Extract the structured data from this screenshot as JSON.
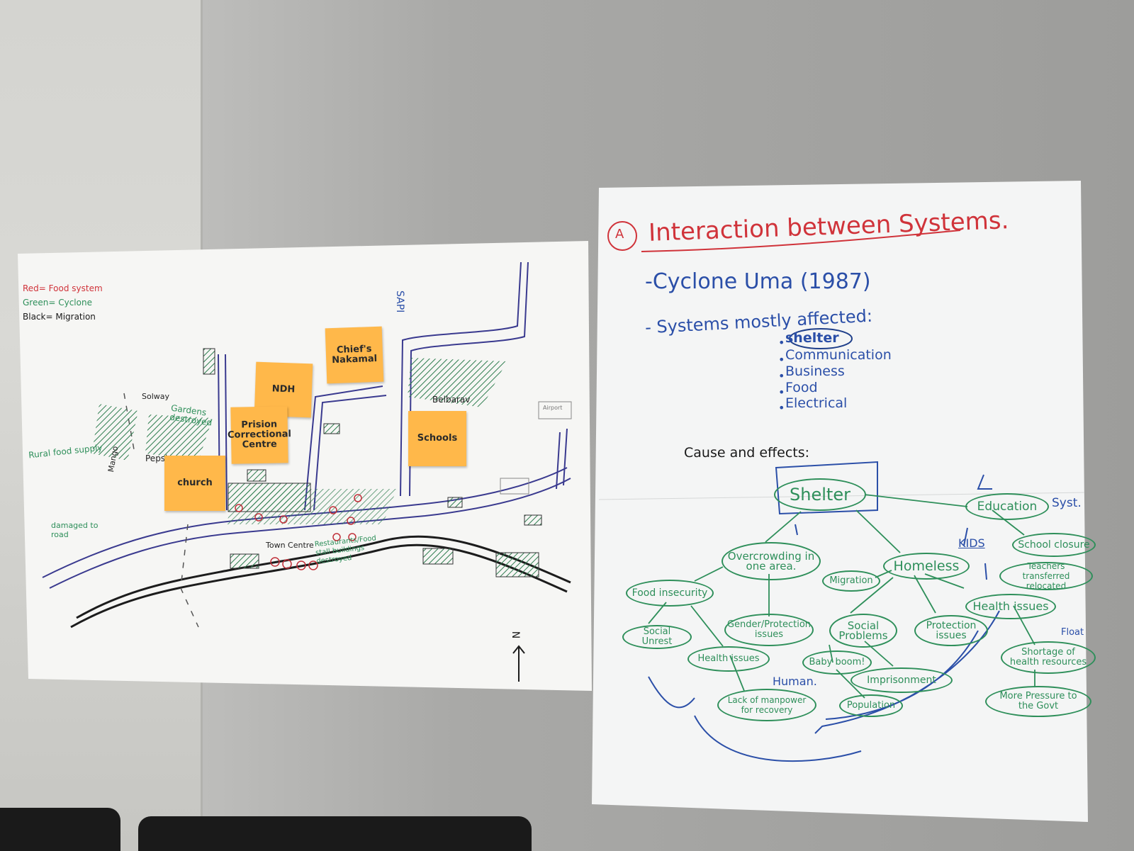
{
  "left_poster": {
    "legend": [
      "Red= Food system",
      "Green= Cyclone",
      "Black= Migration"
    ],
    "map_labels": {
      "sapi": "SAPI",
      "solway": "Solway",
      "gardens": "Gardens destroyed",
      "rural": "Rural food supply",
      "pepsi": "Pepsi",
      "mango": "Mango",
      "damaged": "damaged to road",
      "belbarav": "Belbarav",
      "town_centre": "Town Centre",
      "restaurants": "Restaurants/Food stall buildings destroyed",
      "airport": "Airport",
      "north": "N"
    },
    "sticky_notes": {
      "chiefs": "Chief's Nakamal",
      "ndh": "NDH",
      "prison": "Prision Correctional Centre",
      "schools": "Schools",
      "church": "church"
    },
    "colors": {
      "road": "#3a3a8f",
      "hatch": "#2e7d4f",
      "legend_red": "#d0333a",
      "note": "#ffb84a"
    }
  },
  "right_poster": {
    "heading_letter": "A",
    "title": "Interaction between Systems.",
    "cyclone": "-Cyclone Uma (1987)",
    "systems_heading": "- Systems mostly affected:",
    "systems": [
      "shelter",
      "Communication",
      "Business",
      "Food",
      "Electrical"
    ],
    "cause_label": "Cause and effects:",
    "nodes": {
      "shelter": "Shelter",
      "education": "Education",
      "syst": "Syst.",
      "school_closure": "School closure",
      "kids": "KIDS",
      "teachers": "Teachers transferred relocated",
      "overcrowding": "Overcrowding in one area.",
      "homeless": "Homeless",
      "migration": "Migration",
      "food_insecurity": "Food insecurity",
      "health_issues": "Health issues",
      "social_unrest": "Social Unrest",
      "gender": "Gender/Protection issues",
      "social_problems": "Social Problems",
      "protection": "Protection issues",
      "health_issue2": "Health issues",
      "baby_boom": "Baby boom!",
      "imprisonment": "Imprisonment",
      "shortage": "Shortage of health resources",
      "human": "Human.",
      "lack": "Lack of manpower for recovery",
      "population": "Population",
      "more_pressure": "More Pressure to the Govt",
      "float": "Float"
    },
    "colors": {
      "title": "#d0333a",
      "text": "#2b4fa8",
      "nodes": "#2e8f5a"
    }
  }
}
